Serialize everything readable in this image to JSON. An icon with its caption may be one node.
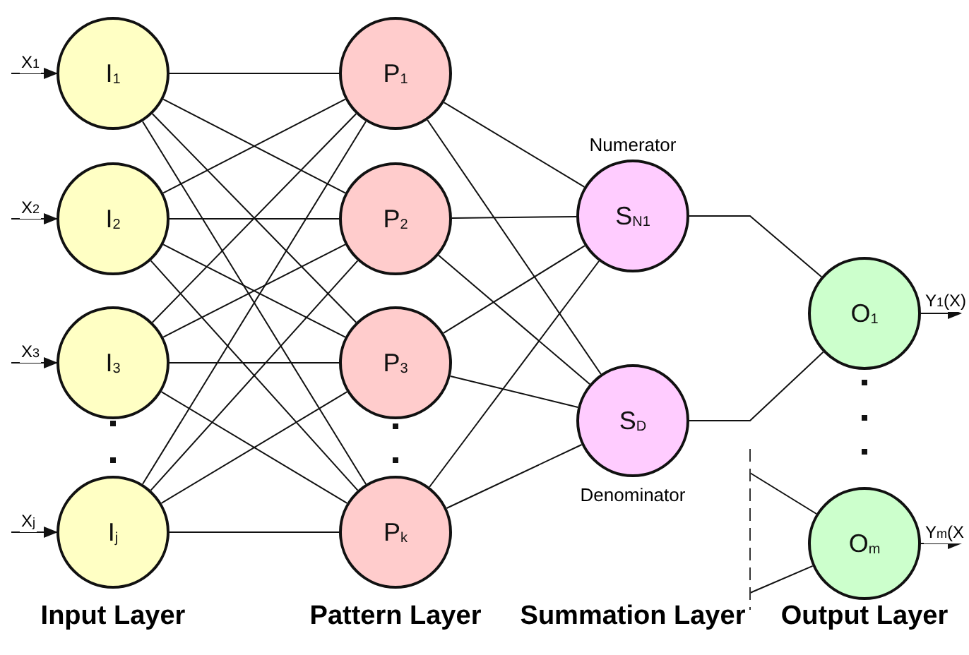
{
  "diagram": {
    "nodes": [
      {
        "text": [
          "I$_{1}$"
        ]
      },
      {
        "text": [
          "I$_{2}$"
        ]
      },
      {
        "text": [
          "I$_{3}$"
        ]
      },
      {
        "text": [
          "I$_{j}$"
        ]
      },
      {
        "text": [
          "P$_{1}$"
        ]
      },
      {
        "text": [
          "P$_{2}$"
        ]
      },
      {
        "text": [
          "P$_{3}$"
        ]
      },
      {
        "text": [
          "P$_{k}$"
        ]
      },
      {
        "text": [
          "S$_{N1}$"
        ],
        "beside": [
          "Numerator"
        ]
      },
      {
        "text": [
          "S$_{D}$"
        ],
        "beside": [
          "Denominator"
        ]
      },
      {
        "text": [
          "O$_{1}$"
        ]
      },
      {
        "text": [
          "O$_{m}$"
        ]
      }
    ],
    "edges": [
      {
        "from": null,
        "to": 0,
        "arrow": "to",
        "label": "X$_{1}$"
      },
      {
        "from": null,
        "to": 1,
        "arrow": "to",
        "label": "X$_{2}$"
      },
      {
        "from": null,
        "to": 2,
        "arrow": "to",
        "label": "X$_{3}$"
      },
      {
        "from": null,
        "to": 3,
        "arrow": "to",
        "label": "X$_{j}$"
      },
      {
        "from": 0,
        "to": 4,
        "arrow": "none"
      },
      {
        "from": 0,
        "to": 5,
        "arrow": "none"
      },
      {
        "from": 0,
        "to": 6,
        "arrow": "none"
      },
      {
        "from": 0,
        "to": 7,
        "arrow": "none"
      },
      {
        "from": 1,
        "to": 4,
        "arrow": "none"
      },
      {
        "from": 1,
        "to": 5,
        "arrow": "none"
      },
      {
        "from": 1,
        "to": 6,
        "arrow": "none"
      },
      {
        "from": 1,
        "to": 7,
        "arrow": "none"
      },
      {
        "from": 2,
        "to": 4,
        "arrow": "none"
      },
      {
        "from": 2,
        "to": 5,
        "arrow": "none"
      },
      {
        "from": 2,
        "to": 6,
        "arrow": "none"
      },
      {
        "from": 2,
        "to": 7,
        "arrow": "none"
      },
      {
        "from": 3,
        "to": 4,
        "arrow": "none"
      },
      {
        "from": 3,
        "to": 5,
        "arrow": "none"
      },
      {
        "from": 3,
        "to": 6,
        "arrow": "none"
      },
      {
        "from": 3,
        "to": 7,
        "arrow": "none"
      },
      {
        "from": 4,
        "to": 8,
        "arrow": "none"
      },
      {
        "from": 4,
        "to": 9,
        "arrow": "none"
      },
      {
        "from": 5,
        "to": 8,
        "arrow": "none"
      },
      {
        "from": 5,
        "to": 9,
        "arrow": "none"
      },
      {
        "from": 6,
        "to": 8,
        "arrow": "none"
      },
      {
        "from": 6,
        "to": 9,
        "arrow": "none"
      },
      {
        "from": 7,
        "to": 8,
        "arrow": "none"
      },
      {
        "from": 7,
        "to": 9,
        "arrow": "none"
      },
      {
        "from": 8,
        "to": 10,
        "arrow": "none"
      },
      {
        "from": 9,
        "to": 10,
        "arrow": "none"
      },
      {
        "from": null,
        "to": 11,
        "arrow": "none"
      },
      {
        "from": null,
        "to": 11,
        "arrow": "none"
      },
      {
        "from": 10,
        "to": null,
        "arrow": "to",
        "label": "Y$_{1}$(X)"
      },
      {
        "from": 11,
        "to": null,
        "arrow": "to",
        "label": "Y$_{m}$(X"
      }
    ],
    "labels": [
      "Input Layer",
      "Pattern Layer",
      "Summation Layer",
      "Output Layer"
    ]
  }
}
